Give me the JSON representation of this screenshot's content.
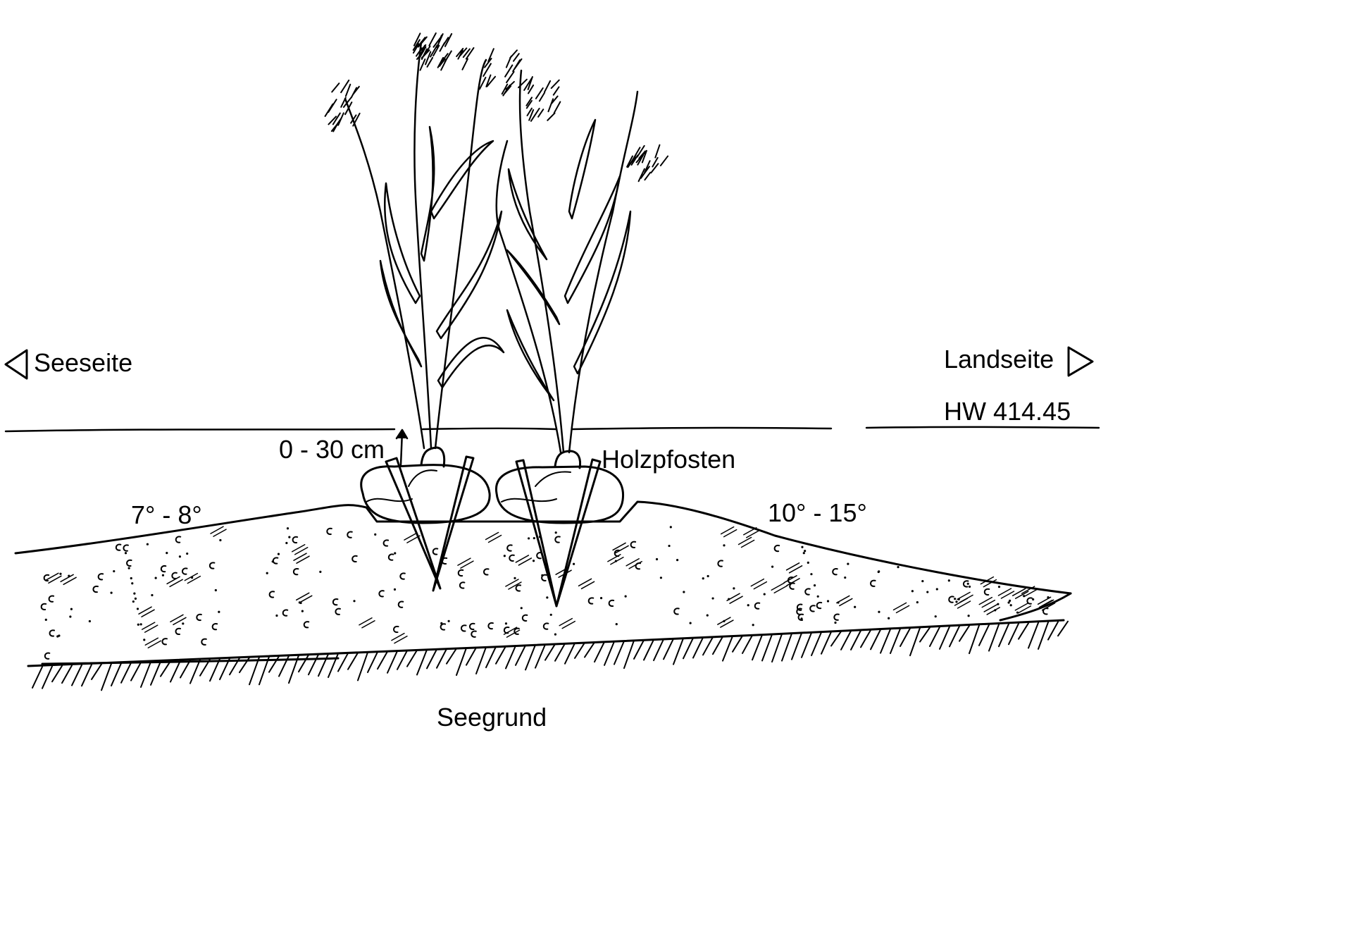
{
  "labels": {
    "sea_side": "Seeseite",
    "land_side": "Landseite",
    "high_water": "HW 414.45",
    "depth_range": "0 - 30 cm",
    "wooden_post": "Holzpfosten",
    "slope_sea": "7° - 8°",
    "slope_land": "10° - 15°",
    "lake_bed": "Seegrund"
  },
  "icons": {
    "sea_direction": "triangle-left-icon",
    "land_direction": "triangle-right-icon"
  },
  "colors": {
    "ink": "#000000",
    "paper": "#ffffff"
  }
}
